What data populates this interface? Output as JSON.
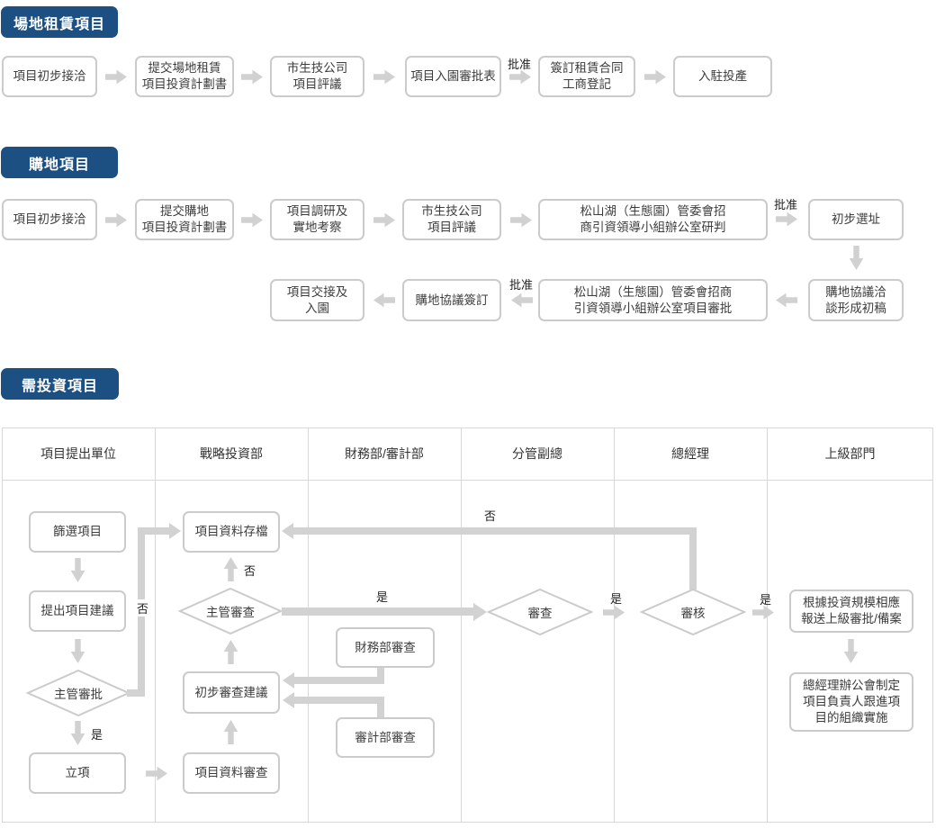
{
  "colors": {
    "badge_blue": "#1c4f82",
    "box_border": "#cbcbcb",
    "arrow_gray": "#d1d1d1",
    "connector_gray": "#d2d2d2",
    "text": "#3c3c3c"
  },
  "labels": {
    "approve": "批准",
    "yes": "是",
    "no": "否"
  },
  "section1": {
    "badge": "場地租賃項目",
    "steps": [
      "項目初步接洽",
      "提交場地租賃\n項目投資計劃書",
      "市生技公司\n項目評議",
      "項目入園審批表",
      "簽訂租賃合同\n工商登記",
      "入駐投產"
    ]
  },
  "section2": {
    "badge": "購地項目",
    "row1": [
      "項目初步接洽",
      "提交購地\n項目投資計劃書",
      "項目調研及\n實地考察",
      "市生技公司\n項目評議",
      "松山湖（生態園）管委會招\n商引資領導小組辦公室研判",
      "初步選址"
    ],
    "row2": [
      "項目交接及\n入園",
      "購地協議簽訂",
      "松山湖（生態園）管委會招商\n引資領導小組辦公室項目審批",
      "購地協議洽\n談形成初稿"
    ]
  },
  "section3": {
    "badge": "需投資項目",
    "headers": [
      "項目提出單位",
      "戰略投資部",
      "財務部/審計部",
      "分管副總",
      "總經理",
      "上級部門"
    ],
    "nodes": {
      "screen": "篩選項目",
      "propose": "提出項目建議",
      "supervisor_approve": "主管審批",
      "establish": "立項",
      "archive": "項目資料存檔",
      "supervisor_review": "主管審查",
      "prelim_suggestion": "初步審查建議",
      "data_review": "項目資料審查",
      "finance_review": "財務部審查",
      "audit_review": "審計部審查",
      "vp_review": "審查",
      "gm_review": "審核",
      "report_superior": "根據投資規模相應\n報送上級審批/備案",
      "gm_office": "總經理辦公會制定\n項目負責人跟進項\n目的組織實施"
    }
  }
}
